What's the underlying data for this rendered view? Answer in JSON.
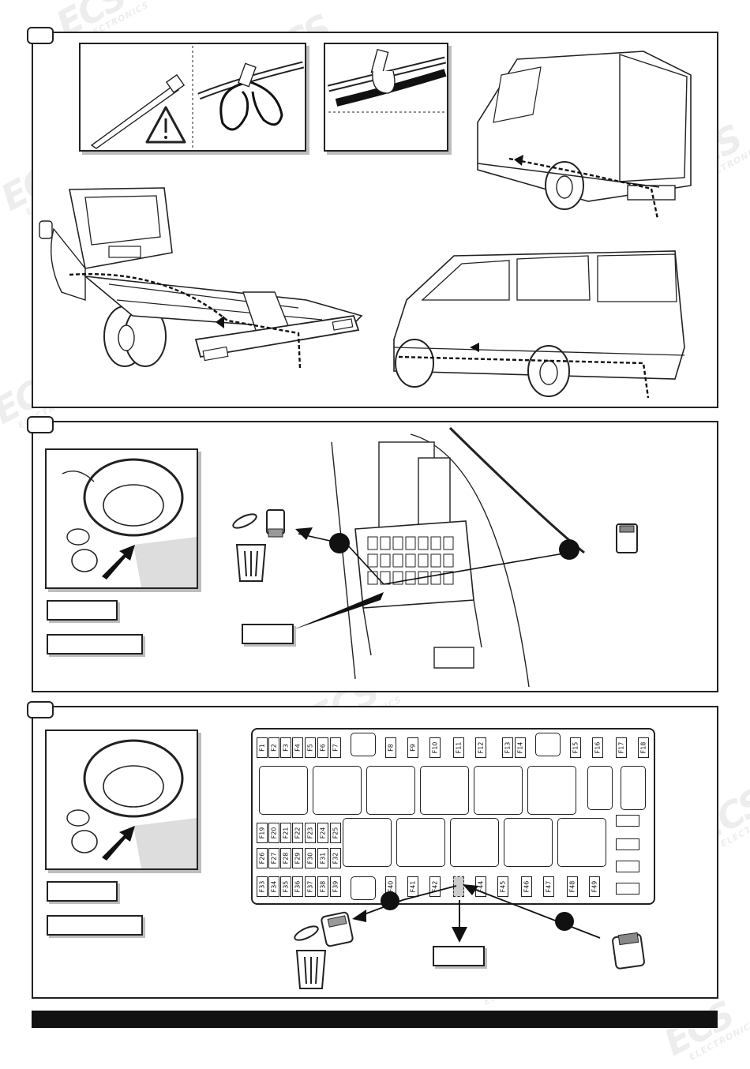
{
  "watermark": {
    "logo_text": "ECS",
    "sub_text": "ELECTRONICS"
  },
  "fuse_box": {
    "top_row": [
      "F1",
      "F2",
      "F3",
      "F4",
      "F5",
      "F6",
      "F7",
      "F8",
      "F9",
      "F10",
      "F11",
      "F12",
      "F13",
      "F14",
      "F15",
      "F16",
      "F17",
      "F18"
    ],
    "middle_row_a": [
      "F19",
      "F20",
      "F21",
      "F22",
      "F23",
      "F24",
      "F25"
    ],
    "middle_row_b": [
      "F26",
      "F27",
      "F28",
      "F29",
      "F30",
      "F31",
      "F32"
    ],
    "bottom_row": [
      "F33",
      "F34",
      "F35",
      "F36",
      "F37",
      "F38",
      "F39",
      "F40",
      "F41",
      "F42",
      "F44",
      "F45",
      "F46",
      "F47",
      "F48",
      "F49"
    ]
  },
  "icons": {
    "warning": "warning-triangle-icon",
    "trash": "trash-bin-icon",
    "arrow": "direction-arrow-icon"
  },
  "colors": {
    "line": "#222222",
    "shadow": "#bdbdbd",
    "footer": "#111111"
  }
}
